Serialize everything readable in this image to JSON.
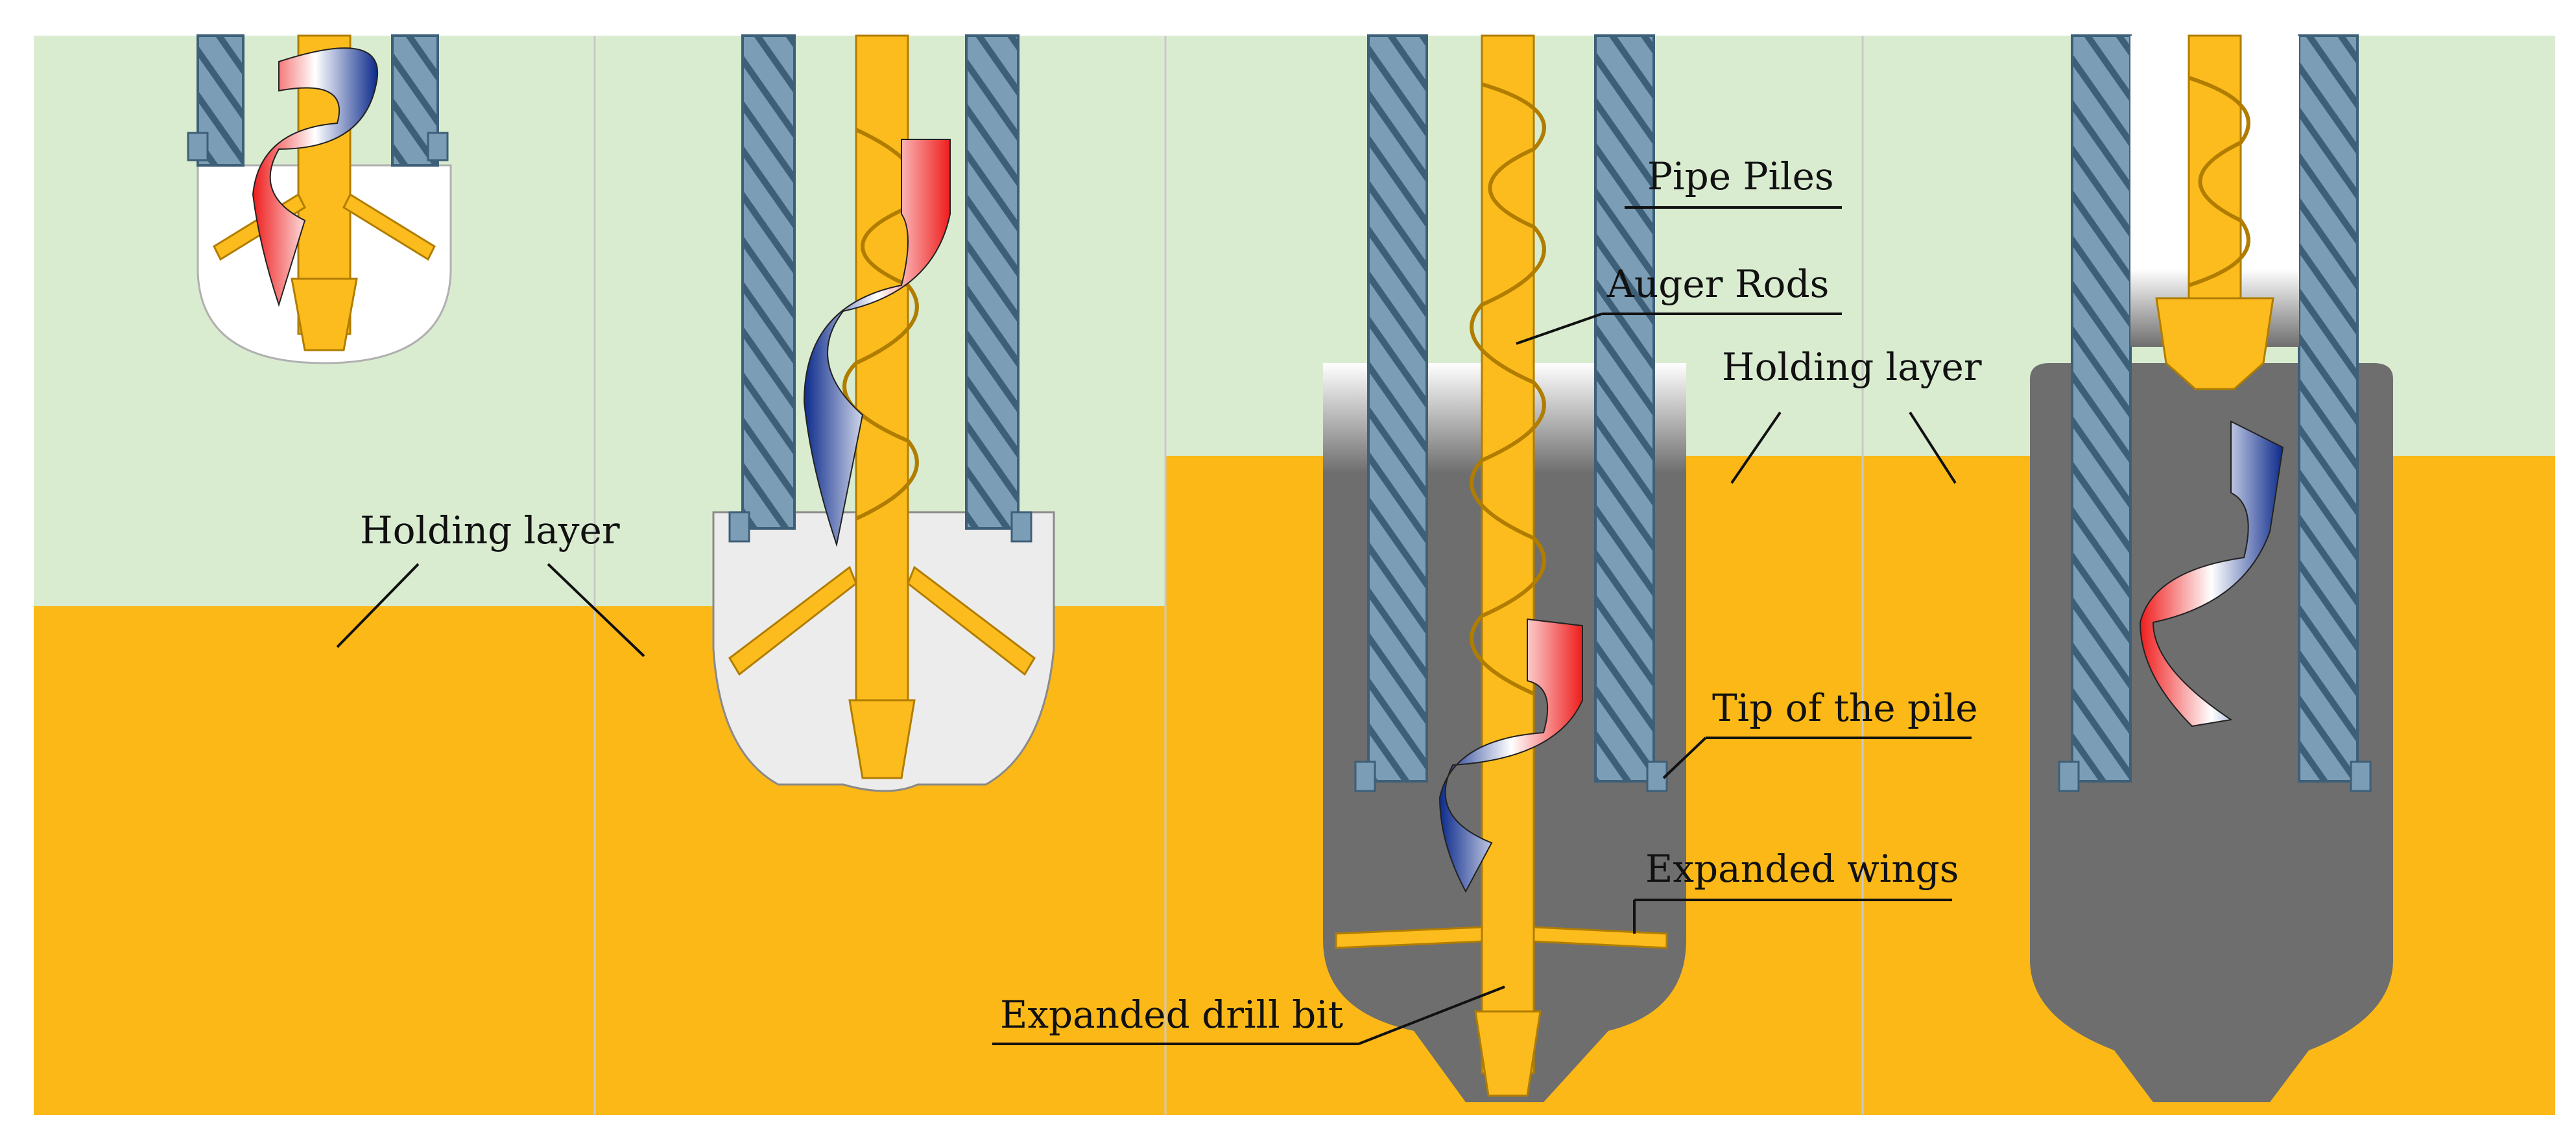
{
  "labels": {
    "holding_layer_left": "Holding layer",
    "holding_layer_right": "Holding layer",
    "pipe_piles": "Pipe Piles",
    "auger_rods": "Auger Rods",
    "tip_of_pile": "Tip of the pile",
    "expanded_wings": "Expanded wings",
    "expanded_drill_bit": "Expanded drill bit"
  },
  "colors": {
    "upper_soil": "#d9ecd0",
    "holding_layer": "#fbb817",
    "holding_layer_dark": "#f2ad0c",
    "pipe_pile": "#7b9db5",
    "pipe_pile_stripe": "#3e5f78",
    "auger": "#fcbc1e",
    "auger_outline": "#b07d00",
    "concrete": "#6e6e6e",
    "spiral_red": "#ef1d1d",
    "spiral_blue": "#0c2b8c",
    "cavity": "#ffffff",
    "line": "#111111"
  },
  "panels": [
    {
      "stage": 1,
      "description_icon": "drilling-stage-icon"
    },
    {
      "stage": 2,
      "description_icon": "enlarging-stage-icon"
    },
    {
      "stage": 3,
      "description_icon": "expanded-stage-icon"
    },
    {
      "stage": 4,
      "description_icon": "grouted-stage-icon"
    }
  ]
}
